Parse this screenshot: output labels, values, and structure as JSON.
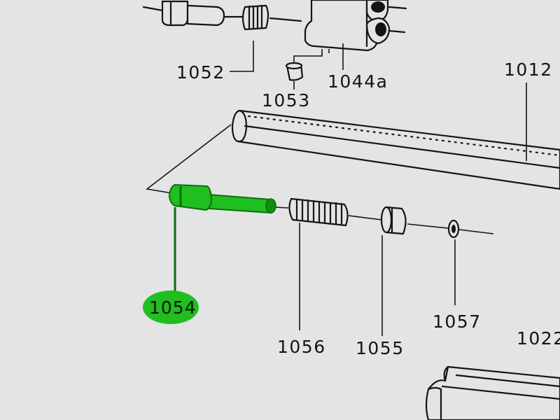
{
  "highlight_color": "#1fbf1f",
  "labels": {
    "l1052": "1052",
    "l1053": "1053",
    "l1044a": "1044a",
    "l1012": "1012",
    "l1054": "1054",
    "l1056": "1056",
    "l1055": "1055",
    "l1057": "1057",
    "l1022": "1022"
  },
  "highlighted_part": "1054"
}
